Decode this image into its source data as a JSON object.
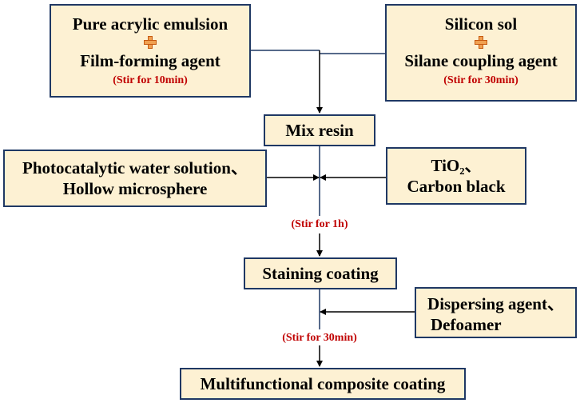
{
  "boxes": {
    "acrylic": {
      "line1": "Pure acrylic emulsion",
      "line2": "Film-forming agent",
      "stir": "(Stir for 10min)"
    },
    "silicon": {
      "line1": "Silicon sol",
      "line2": "Silane coupling agent",
      "stir": "(Stir for 30min)"
    },
    "mix_resin": {
      "label": "Mix resin"
    },
    "photocatalytic": {
      "line1": "Photocatalytic water solution、",
      "line2": "Hollow microsphere"
    },
    "tio2": {
      "line1": "TiO₂、",
      "line2": "Carbon black"
    },
    "staining": {
      "label": "Staining coating"
    },
    "dispersing": {
      "line1": "Dispersing agent、",
      "line2": "Defoamer"
    },
    "multifunctional": {
      "label": "Multifunctional composite coating"
    }
  },
  "stir_labels": {
    "after_mix": "(Stir for 1h)",
    "after_staining": "(Stir for 30min)"
  },
  "colors": {
    "box_fill": "#fdf1d3",
    "box_border": "#1f3864",
    "stir_text": "#c00000",
    "plus": "#f0a050"
  }
}
